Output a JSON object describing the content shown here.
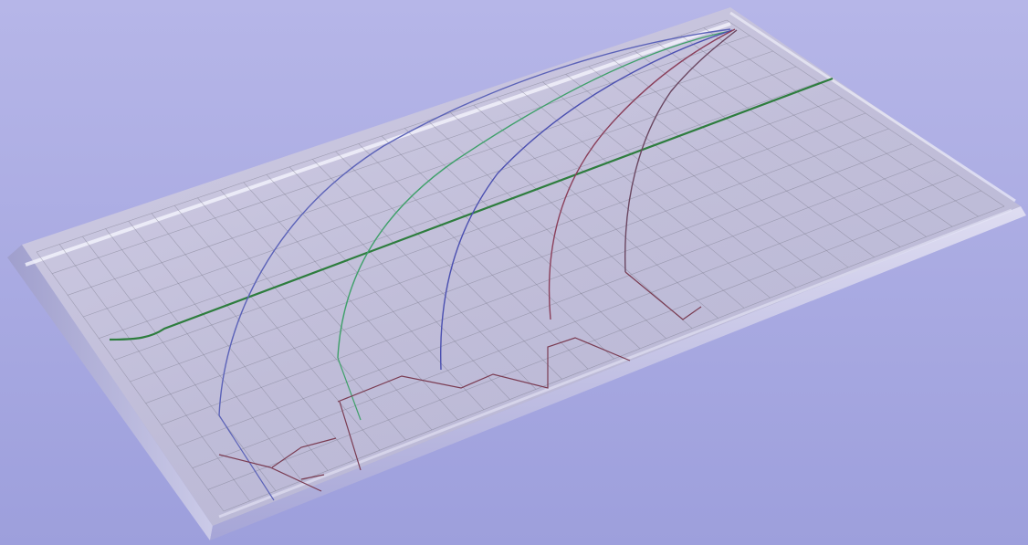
{
  "viewport": {
    "background_top": "#b6b6e8",
    "background_bottom": "#9d9fdc"
  },
  "slab": {
    "name": "translucent-glass-slab",
    "glass_color": "#c9c6d8",
    "edge_color": "#eef0fb",
    "grid_color": "#7c7c8e"
  },
  "curves": [
    {
      "name": "waterline-curve",
      "color": "#2e7d3e"
    },
    {
      "name": "section-curve-1",
      "color": "#5b62b8"
    },
    {
      "name": "section-curve-2",
      "color": "#3fa06a"
    },
    {
      "name": "section-curve-3",
      "color": "#4a4fb0"
    },
    {
      "name": "section-curve-4",
      "color": "#8a3f5a"
    },
    {
      "name": "section-curve-5",
      "color": "#6a4660"
    },
    {
      "name": "keel-profile-line",
      "color": "#7a3c52"
    }
  ]
}
